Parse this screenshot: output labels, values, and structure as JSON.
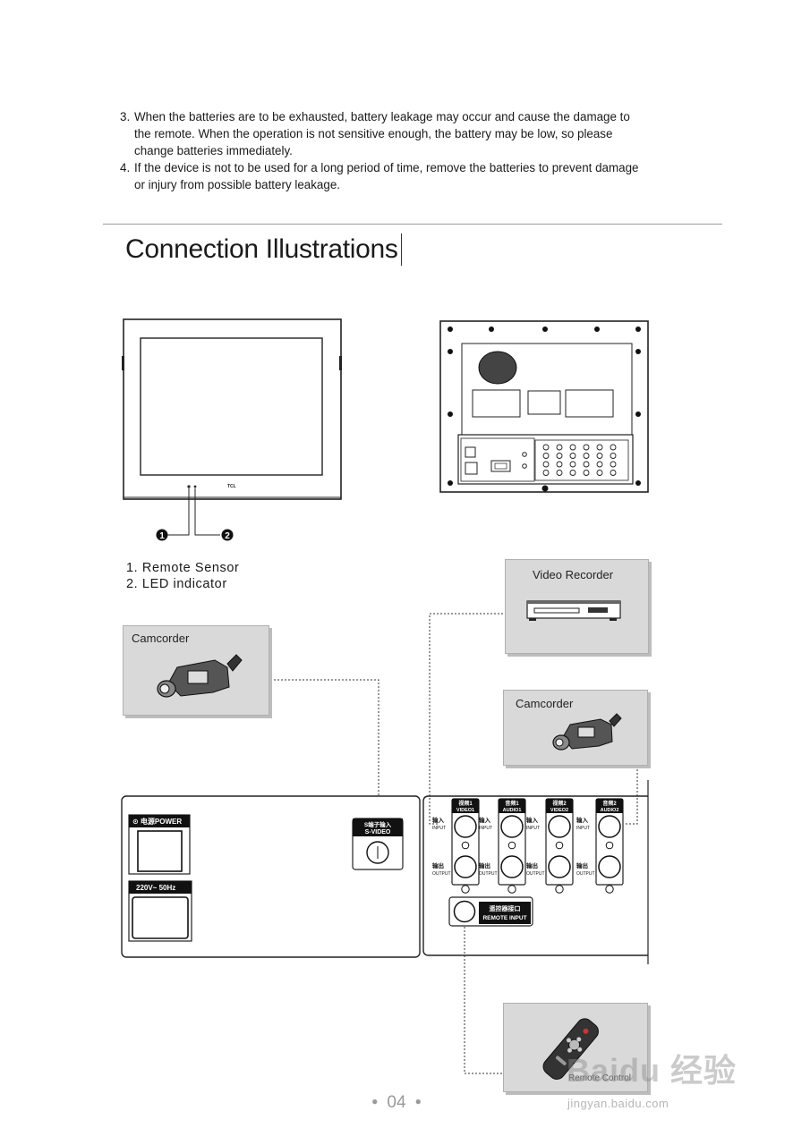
{
  "notes": [
    {
      "num": "3.",
      "lines": [
        "When the batteries are to be exhausted, battery leakage may occur and cause the damage to",
        "the remote. When the operation is not sensitive enough, the battery may be low, so please",
        "change batteries immediately."
      ]
    },
    {
      "num": "4.",
      "lines": [
        "If the device is not to be used for a long period of time, remove the batteries to prevent damage",
        "or injury from possible battery leakage."
      ]
    }
  ],
  "section_title": "Connection Illustrations",
  "monitor": {
    "brand": "TCL",
    "callouts": [
      "1",
      "2"
    ]
  },
  "parts_list": [
    "1. Remote Sensor",
    "2. LED indicator"
  ],
  "devices": {
    "video_recorder": "Video Recorder",
    "camcorder_left": "Camcorder",
    "camcorder_right": "Camcorder",
    "remote_control": "Remote Control"
  },
  "left_panel": {
    "power": "⊙ 电源POWER",
    "voltage": "220V~ 50Hz",
    "svideo_cn": "S端子输入",
    "svideo_en": "S-VIDEO"
  },
  "right_panel": {
    "columns": [
      {
        "cn": "视频1",
        "en": "VIDEO1"
      },
      {
        "cn": "音频1",
        "en": "AUDIO1"
      },
      {
        "cn": "视频2",
        "en": "VIDEO2"
      },
      {
        "cn": "音频2",
        "en": "AUDIO2"
      }
    ],
    "input_cn": "输入",
    "input_en": "INPUT",
    "output_cn": "输出",
    "output_en": "OUTPUT",
    "remote_cn": "遥控器接口",
    "remote_en": "REMOTE INPUT"
  },
  "page_number": "04",
  "watermark": {
    "logo": "Baidu 经验",
    "url": "jingyan.baidu.com"
  }
}
